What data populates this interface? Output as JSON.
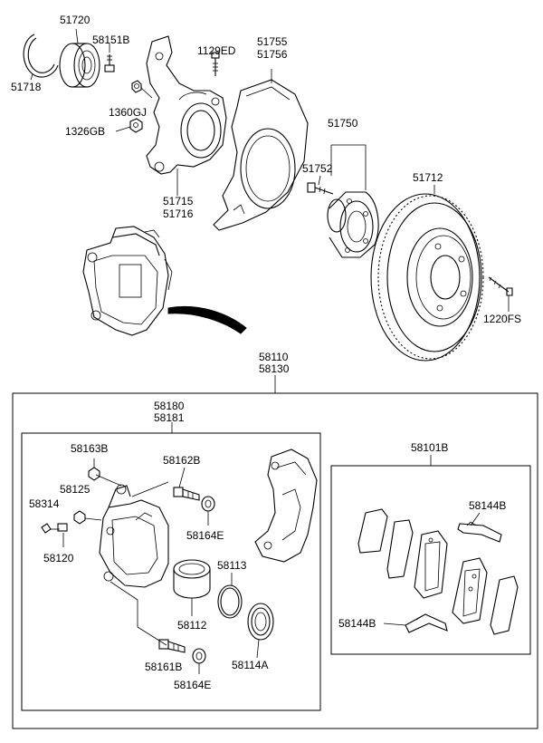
{
  "labels": {
    "p51720": "51720",
    "p51718": "51718",
    "p58151B": "58151B",
    "p1360GJ": "1360GJ",
    "p1326GB": "1326GB",
    "p1129ED": "1129ED",
    "p51715": "51715",
    "p51716": "51716",
    "p51755": "51755",
    "p51756": "51756",
    "p51750": "51750",
    "p51752": "51752",
    "p51712": "51712",
    "p1220FS": "1220FS",
    "p58110": "58110",
    "p58130": "58130",
    "p58180": "58180",
    "p58181": "58181",
    "p58101B": "58101B",
    "p58163B": "58163B",
    "p58162B": "58162B",
    "p58125": "58125",
    "p58314": "58314",
    "p58120": "58120",
    "p58164E_a": "58164E",
    "p58113": "58113",
    "p58112": "58112",
    "p58161B": "58161B",
    "p58164E_b": "58164E",
    "p58114A": "58114A",
    "p58144B_a": "58144B",
    "p58144B_b": "58144B"
  }
}
